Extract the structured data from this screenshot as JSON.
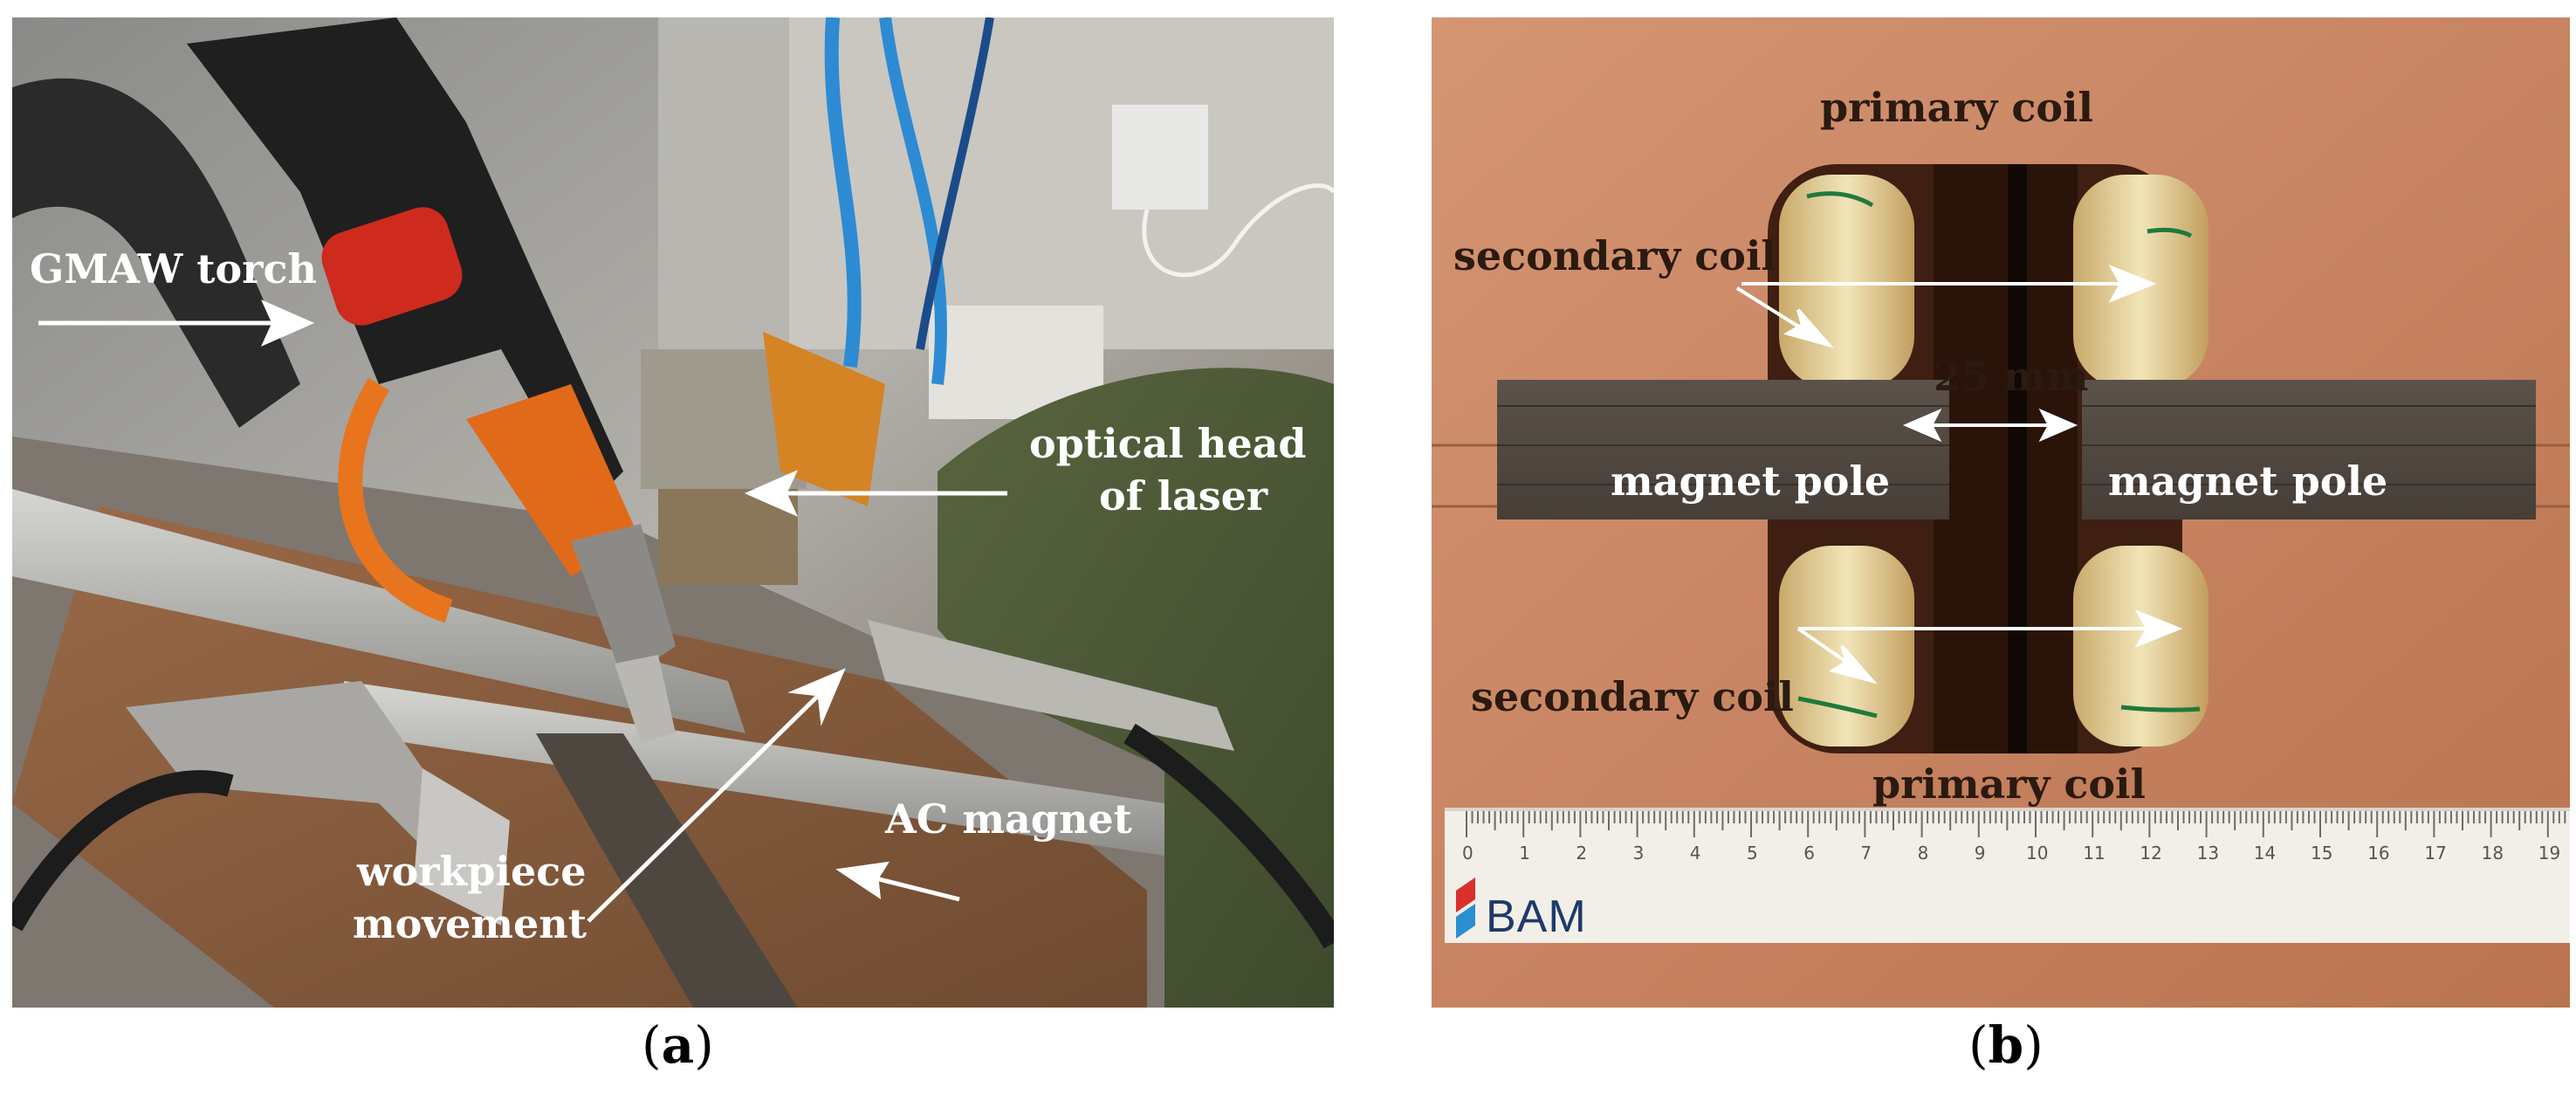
{
  "panel_a": {
    "labels": {
      "gmaw_torch": "GMAW torch",
      "optical_head_line1": "optical head",
      "optical_head_line2": "of laser",
      "workpiece_line1": "workpiece",
      "workpiece_line2": "movement",
      "ac_magnet": "AC magnet"
    },
    "caption": {
      "open": "(",
      "letter": "a",
      "close": ")"
    }
  },
  "panel_b": {
    "labels": {
      "primary_coil_top": "primary coil",
      "secondary_coil_top": "secondary coil",
      "gap": "25 mm",
      "magnet_pole_left": "magnet pole",
      "magnet_pole_right": "magnet pole",
      "secondary_coil_bottom": "secondary coil",
      "primary_coil_bottom": "primary coil"
    },
    "ruler_numbers": [
      "0",
      "1",
      "2",
      "3",
      "4",
      "5",
      "6",
      "7",
      "8",
      "9",
      "10",
      "11",
      "12",
      "13",
      "14",
      "15",
      "16",
      "17",
      "18",
      "19"
    ],
    "ruler_logo": "BAM",
    "caption": {
      "open": "(",
      "letter": "b",
      "close": ")"
    }
  }
}
